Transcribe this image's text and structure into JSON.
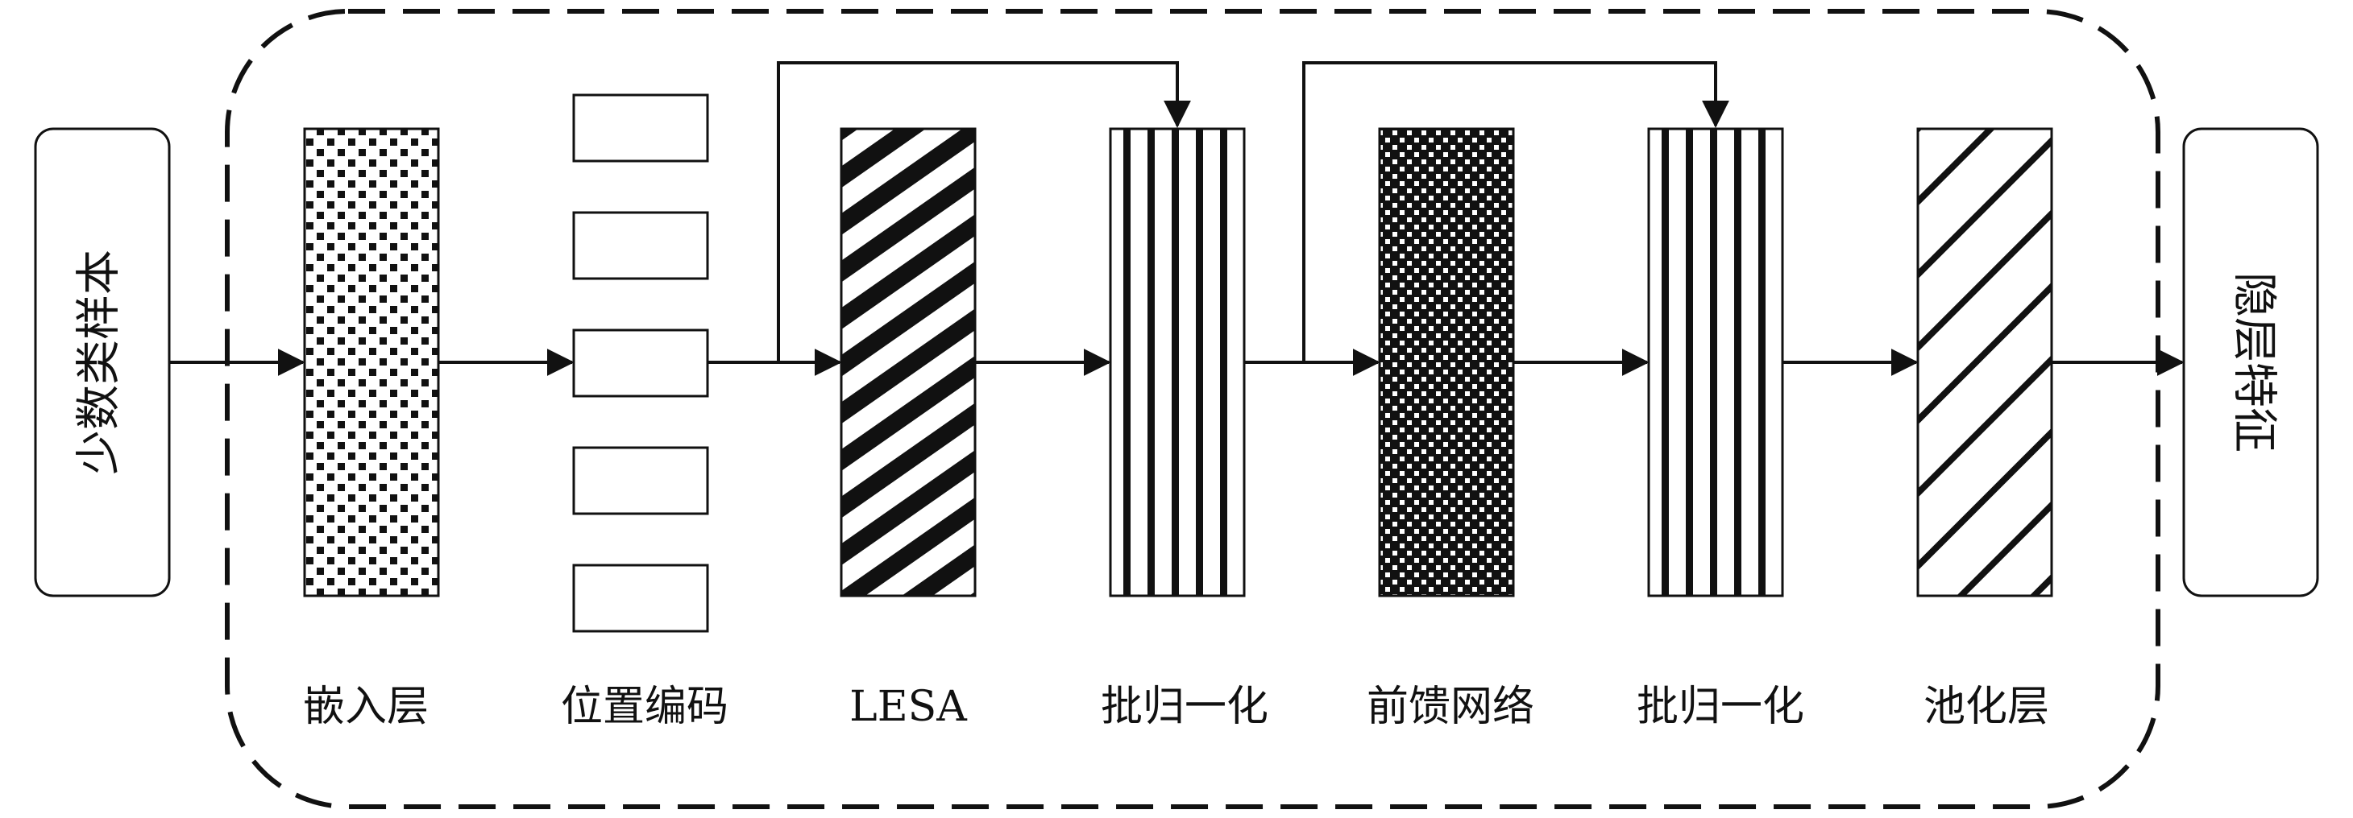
{
  "input_label": "少数类样本",
  "output_label": "隐层特征",
  "stages": [
    {
      "id": "embedding",
      "label": "嵌入层"
    },
    {
      "id": "position",
      "label": "位置编码"
    },
    {
      "id": "lesa",
      "label": "LESA"
    },
    {
      "id": "batchnorm1",
      "label": "批归一化"
    },
    {
      "id": "ffn",
      "label": "前馈网络"
    },
    {
      "id": "batchnorm2",
      "label": "批归一化"
    },
    {
      "id": "pooling",
      "label": "池化层"
    }
  ],
  "colors": {
    "stroke": "#111111",
    "fill": "#ffffff"
  }
}
